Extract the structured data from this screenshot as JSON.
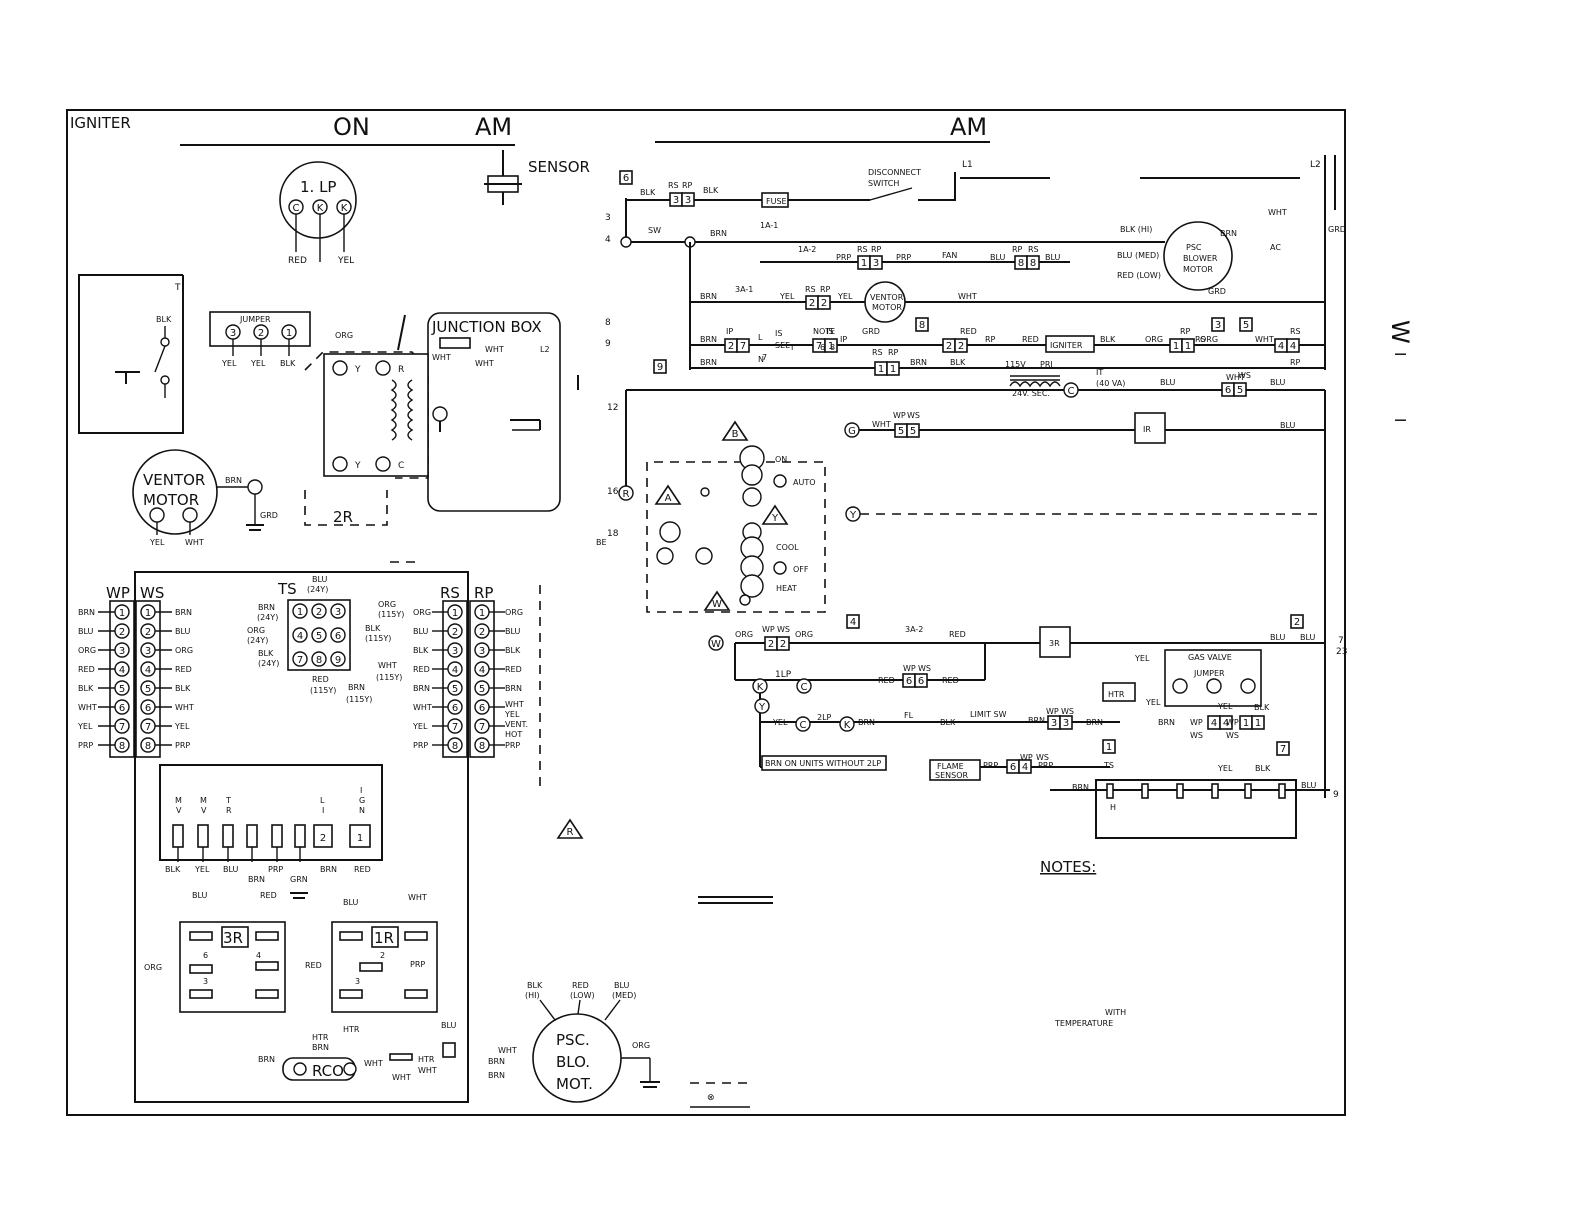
{
  "top": {
    "igniter": "IGNITER",
    "on": "ON",
    "am_left": "AM",
    "am_right": "AM",
    "sensor": "SENSOR",
    "side_mark_1": "W",
    "side_mark_2": "I",
    "side_mark_3": "I",
    "lp": "1. LP"
  },
  "lp_wires": [
    "RED",
    "YEL"
  ],
  "lp_pins": [
    "C",
    "K",
    "K"
  ],
  "thermo_labels": {
    "blk": "BLK",
    "t": "T"
  },
  "jumper": {
    "label": "JUMPER",
    "pins": [
      "3",
      "2",
      "1"
    ],
    "wires": [
      "YEL",
      "YEL",
      "BLK"
    ]
  },
  "junction_box": {
    "title": "JUNCTION BOX",
    "labels": [
      "WHT",
      "WHT",
      "WHT",
      "L2",
      "ORG",
      "Y",
      "R",
      "Y",
      "C",
      "2R"
    ]
  },
  "ventor_left": {
    "line1": "VENTOR",
    "line2": "MOTOR",
    "wires": [
      "BRN",
      "GRD",
      "YEL",
      "WHT"
    ]
  },
  "harness": {
    "wp": "WP",
    "ws": "WS",
    "ts": "TS",
    "rs": "RS",
    "rp": "RP",
    "wp_left": [
      "BRN",
      "BLU",
      "ORG",
      "RED",
      "BLK",
      "WHT",
      "YEL",
      "PRP"
    ],
    "ws_right": [
      "BRN",
      "BLU",
      "ORG",
      "RED",
      "BLK",
      "WHT",
      "YEL",
      "PRP"
    ],
    "rs_left": [
      "ORG",
      "BLU",
      "BLK",
      "RED",
      "BRN",
      "WHT",
      "YEL",
      "PRP"
    ],
    "rp_right": [
      "ORG",
      "BLU",
      "BLK",
      "RED",
      "BRN",
      "WHT",
      "YEL",
      "VENT.",
      "HOT",
      "PRP"
    ],
    "pin_numbers": [
      "1",
      "2",
      "3",
      "4",
      "5",
      "6",
      "7",
      "8"
    ],
    "ts_labels": [
      "BLU",
      "(24Y)",
      "BRN",
      "(24Y)",
      "ORG",
      "(115Y)",
      "ORG",
      "(24Y)",
      "BLK",
      "(115Y)",
      "BLK",
      "(24Y)",
      "WHT",
      "(115Y)",
      "RED",
      "(115Y)",
      "BRN",
      "(115Y)"
    ],
    "ts_pins": [
      "1",
      "2",
      "3",
      "4",
      "5",
      "6",
      "7",
      "8",
      "9"
    ]
  },
  "control_board": {
    "top_labels": [
      "M",
      "V",
      "M",
      "V",
      "T",
      "R",
      "L",
      "I",
      "I",
      "G",
      "N"
    ],
    "pins": [
      "2",
      "1"
    ],
    "bottom_labels": [
      "BLK",
      "YEL",
      "BLU",
      "BRN",
      "PRP",
      "GRN",
      "BRN",
      "RED"
    ]
  },
  "relays": {
    "r3": "3R",
    "r1": "1R",
    "r3_labels": [
      "BLU",
      "RED",
      "6",
      "4",
      "3",
      "ORG",
      "RED"
    ],
    "r1_labels": [
      "BLU",
      "WHT",
      "2",
      "3",
      "PRP"
    ]
  },
  "rco": {
    "label": "RCO",
    "labels": [
      "HTR",
      "BRN",
      "HTR",
      "BRN",
      "WHT",
      "HTR",
      "WHT",
      "WHT",
      "BLU"
    ]
  },
  "psc_lower": {
    "l1": "PSC.",
    "l2": "BLO.",
    "l3": "MOT.",
    "labels": [
      "BLK",
      "(HI)",
      "RED",
      "(LOW)",
      "BLU",
      "(MED)",
      "WHT",
      "BRN",
      "BRN",
      "ORG"
    ]
  },
  "ladder": {
    "disconnect": "DISCONNECT",
    "switch": "SWITCH",
    "l1": "L1",
    "l2": "L2",
    "fuse": "FUSE",
    "row_numbers": [
      "3",
      "4",
      "8",
      "9",
      "12",
      "16",
      "18",
      "7,",
      "23",
      "9"
    ],
    "ts_boxes": [
      "6",
      "8",
      "3",
      "5",
      "9",
      "4",
      "2",
      "1",
      "7"
    ],
    "labels": [
      "BLK",
      "RS",
      "RP",
      "BLK",
      "WHT",
      "GRD",
      "SW",
      "BRN",
      "1A-1",
      "1A-2",
      "PRP",
      "RS",
      "RP",
      "PRP",
      "FAN",
      "BLU",
      "RP",
      "RS",
      "BLU",
      "BLK (HI)",
      "BLU (MED)",
      "RED (LOW)",
      "BRN",
      "AC",
      "GRD",
      "BRN",
      "3A-1",
      "YEL",
      "RS",
      "RP",
      "YEL",
      "WHT",
      "GRD",
      "BRN",
      "IP",
      "IS",
      "SEE",
      "NOTE",
      "IS",
      "IP",
      "RED",
      "RP",
      "RED",
      "BLK",
      "ORG",
      "RP",
      "RS",
      "ORG",
      "WHT",
      "RS",
      "RP",
      "WHT",
      "BRN",
      "RS",
      "RP",
      "BRN",
      "BLK",
      "115V",
      "PRI",
      "24V. SEC.",
      "IT",
      "(40 VA)",
      "BLU",
      "WS",
      "BLU",
      "WHT",
      "WP",
      "WS",
      "BLU",
      "ORG",
      "WP",
      "WS",
      "ORG",
      "3A-2",
      "RED",
      "BLU",
      "BLU",
      "YEL",
      "GAS VALVE",
      "JUMPER",
      "HTR",
      "YEL",
      "YEL",
      "BLK",
      "RED",
      "WP",
      "WS",
      "RED",
      "YEL",
      "2LP",
      "BRN",
      "FL",
      "BLK",
      "LIMIT SW",
      "BRN",
      "WP",
      "WS",
      "BRN",
      "BRN",
      "WP",
      "WP",
      "WS",
      "WS",
      "TS",
      "YEL",
      "BLK",
      "PRP",
      "WP",
      "WS",
      "PRP",
      "BRN",
      "BLU",
      "H",
      "BE",
      "L",
      "7",
      "N",
      "I",
      "6",
      "8"
    ],
    "components": {
      "psc": [
        "PSC",
        "BLOWER",
        "MOTOR"
      ],
      "ventor": [
        "VENTOR",
        "MOTOR"
      ],
      "igniter": "IGNITER",
      "ir": "IR",
      "jr": "3R",
      "lp1": "1LP",
      "flame": [
        "FLAME",
        "SENSOR"
      ],
      "units": "BRN ON UNITS WITHOUT 2LP"
    },
    "pins": [
      "3",
      "3",
      "1",
      "3",
      "8",
      "8",
      "2",
      "2",
      "2",
      "7",
      "7",
      "1",
      "2",
      "2",
      "1",
      "1",
      "4",
      "4",
      "1",
      "1",
      "6",
      "5",
      "5",
      "5",
      "2",
      "2",
      "6",
      "6",
      "3",
      "3",
      "6",
      "4",
      "4",
      "4",
      "1",
      "1",
      "8",
      "8",
      "3",
      "2",
      "1",
      "7",
      "5",
      "7",
      "5"
    ],
    "circle_labels": [
      "G",
      "R",
      "Y",
      "W",
      "C",
      "K",
      "C",
      "K",
      "C",
      "R",
      "Y",
      "B",
      "A",
      "W",
      "Y"
    ],
    "tstat": {
      "on": "ON",
      "auto": "AUTO",
      "cool": "COOL",
      "off": "OFF",
      "heat": "HEAT"
    }
  },
  "notes": {
    "title": "NOTES:",
    "with": "WITH",
    "temperature": "TEMPERATURE"
  }
}
